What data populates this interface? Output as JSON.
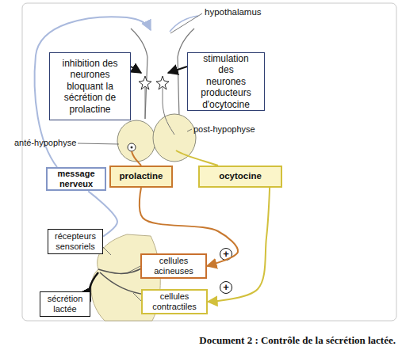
{
  "diagram": {
    "caption": "Document 2 : Contrôle de la sécrétion lactée.",
    "nodes": [
      {
        "text": [
          "inhibition des neurones bloquant la sécrétion de prolactine"
        ]
      },
      {
        "text": [
          "stimulation des neurones producteurs d'ocytocine"
        ]
      },
      {
        "text": [
          "message nerveux"
        ]
      },
      {
        "text": [
          "prolactine"
        ]
      },
      {
        "text": [
          "ocytocine"
        ]
      },
      {
        "text": [
          "récepteurs sensoriels"
        ]
      },
      {
        "text": [
          "cellules acineuses"
        ]
      },
      {
        "text": [
          "sécrétion lactée"
        ]
      },
      {
        "text": [
          "cellules contractiles"
        ]
      }
    ],
    "edges": [
      {
        "from": 3,
        "to": 6,
        "arrow": "to"
      },
      {
        "from": 4,
        "to": 8,
        "arrow": "to"
      },
      {
        "from": 5,
        "to": 2,
        "arrow": "none"
      }
    ],
    "labels": [
      "hypothalamus",
      "anté-hypophyse",
      "post-hypophyse",
      "+",
      "+"
    ]
  }
}
